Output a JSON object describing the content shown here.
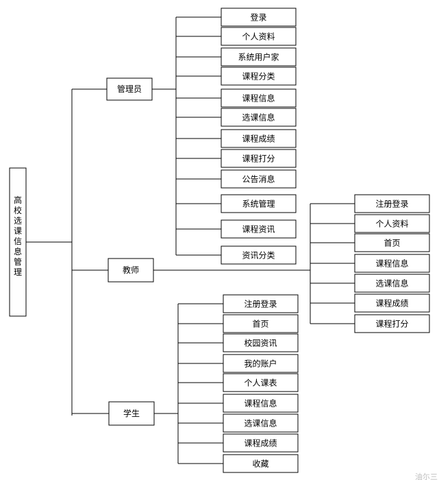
{
  "root": "高校选课信息管理",
  "branches": [
    {
      "key": "admin",
      "label": "管理员",
      "items": [
        "登录",
        "个人资料",
        "系统用户家",
        "课程分类",
        "课程信息",
        "选课信息",
        "课程成绩",
        "课程打分",
        "公告消息",
        "系统管理",
        "课程资讯",
        "资讯分类"
      ]
    },
    {
      "key": "teacher",
      "label": "教师",
      "items": [
        "注册登录",
        "个人资料",
        "首页",
        "课程信息",
        "选课信息",
        "课程成绩",
        "课程打分"
      ]
    },
    {
      "key": "student",
      "label": "学生",
      "items": [
        "注册登录",
        "首页",
        "校园资讯",
        "我的账户",
        "个人课表",
        "课程信息",
        "选课信息",
        "课程成绩",
        "收藏"
      ]
    }
  ],
  "watermark": "油尓三"
}
